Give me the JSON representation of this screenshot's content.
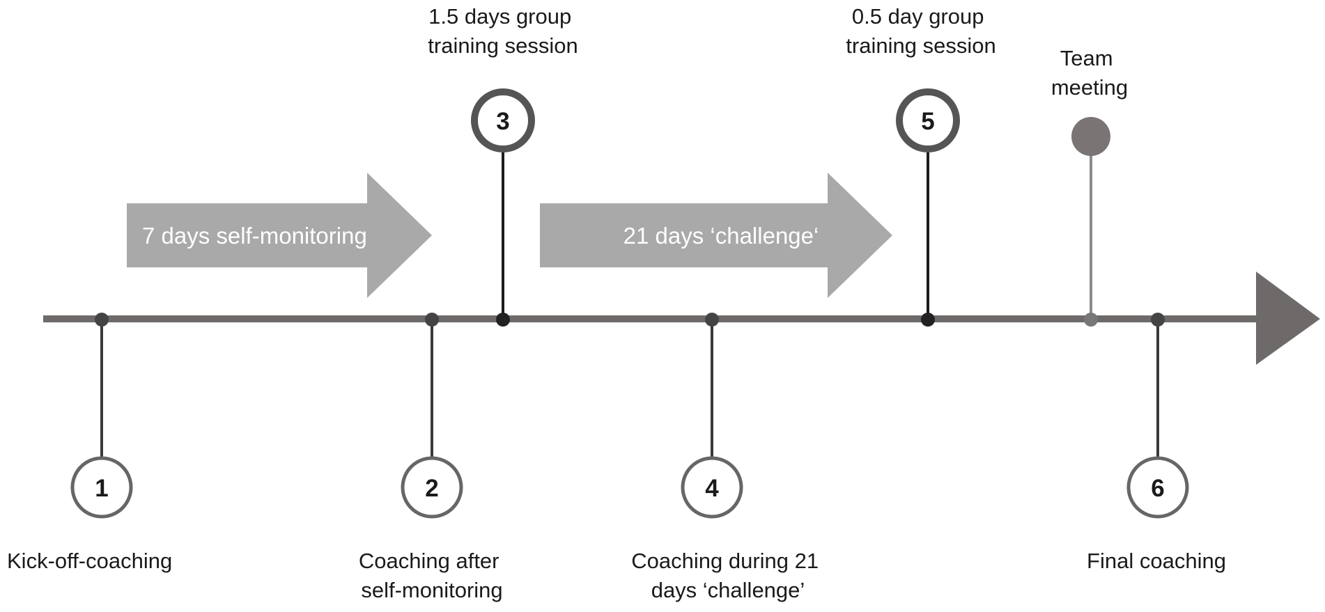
{
  "colors": {
    "axis": "#6e6a6a",
    "arrow_fill": "#a9a9a9",
    "arrow_text": "#ffffff",
    "stem_dark": "#1c1c1c",
    "stem_mid": "#3a3a3a",
    "stem_light": "#8a8a8a",
    "circle_ring": "#666666",
    "circle_ring_thick": "#555555",
    "team_dot": "#7a7474",
    "text": "#1a1a1a"
  },
  "phases": [
    {
      "id": "self-monitoring",
      "label": "7 days self-monitoring"
    },
    {
      "id": "challenge",
      "label": "21 days ‘challenge‘"
    }
  ],
  "milestones": [
    {
      "number": "1",
      "label_lines": [
        "Kick-off-coaching"
      ]
    },
    {
      "number": "2",
      "label_lines": [
        "Coaching after",
        "self-monitoring"
      ]
    },
    {
      "number": "3",
      "label_lines": [
        "1.5 days group",
        "training session"
      ]
    },
    {
      "number": "4",
      "label_lines": [
        "Coaching during 21",
        "days ‘challenge’"
      ]
    },
    {
      "number": "5",
      "label_lines": [
        "0.5 day group",
        "training session"
      ]
    },
    {
      "number": "6",
      "label_lines": [
        "Final coaching"
      ]
    }
  ],
  "team_meeting": {
    "label_lines": [
      "Team",
      "meeting"
    ]
  }
}
